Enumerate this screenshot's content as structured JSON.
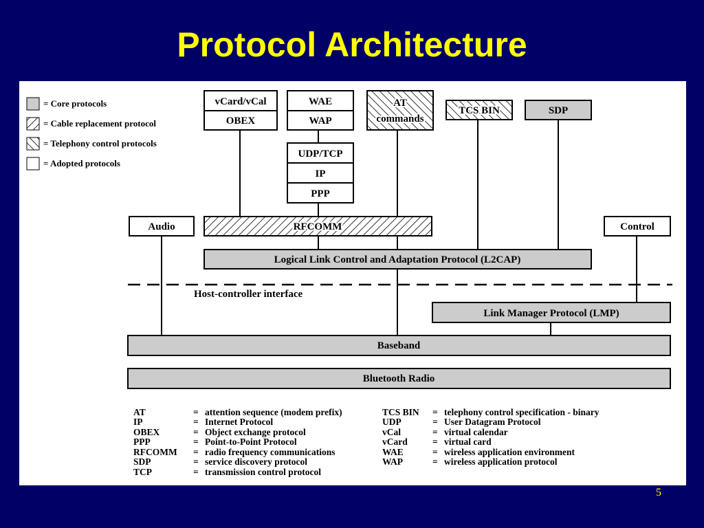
{
  "title": "Protocol Architecture",
  "slide_number": "5",
  "legend": {
    "core": "= Core protocols",
    "cable": "= Cable replacement protocol",
    "telephony": "= Telephony control protocols",
    "adopted": "= Adopted protocols"
  },
  "boxes": {
    "vcard": "vCard/vCal",
    "obex": "OBEX",
    "wae": "WAE",
    "wap": "WAP",
    "at_line1": "AT",
    "at_line2": "commands",
    "tcs_bin": "TCS BIN",
    "sdp": "SDP",
    "udp_tcp": "UDP/TCP",
    "ip": "IP",
    "ppp": "PPP",
    "audio": "Audio",
    "rfcomm": "RFCOMM",
    "control": "Control",
    "l2cap": "Logical Link Control and Adaptation Protocol (L2CAP)",
    "hci": "Host-controller interface",
    "lmp": "Link Manager Protocol (LMP)",
    "baseband": "Baseband",
    "radio": "Bluetooth Radio"
  },
  "glossary_left": [
    {
      "term": "AT",
      "eq": "=",
      "def": "attention sequence (modem prefix)"
    },
    {
      "term": "IP",
      "eq": "=",
      "def": "Internet Protocol"
    },
    {
      "term": "OBEX",
      "eq": "=",
      "def": "Object exchange protocol"
    },
    {
      "term": "PPP",
      "eq": "=",
      "def": "Point-to-Point Protocol"
    },
    {
      "term": "RFCOMM",
      "eq": "=",
      "def": "radio frequency communications"
    },
    {
      "term": "SDP",
      "eq": "=",
      "def": "service discovery protocol"
    },
    {
      "term": "TCP",
      "eq": "=",
      "def": "transmission control protocol"
    }
  ],
  "glossary_right": [
    {
      "term": "TCS BIN",
      "eq": "=",
      "def": "telephony control specification - binary"
    },
    {
      "term": "UDP",
      "eq": "=",
      "def": "User Datagram Protocol"
    },
    {
      "term": "vCal",
      "eq": "=",
      "def": "virtual calendar"
    },
    {
      "term": "vCard",
      "eq": "=",
      "def": "virtual card"
    },
    {
      "term": "WAE",
      "eq": "=",
      "def": "wireless application environment"
    },
    {
      "term": "WAP",
      "eq": "=",
      "def": "wireless application protocol"
    }
  ],
  "colors": {
    "background": "#000066",
    "title": "#ffff00",
    "core_fill": "#cccccc",
    "adopted_fill": "#ffffff"
  }
}
